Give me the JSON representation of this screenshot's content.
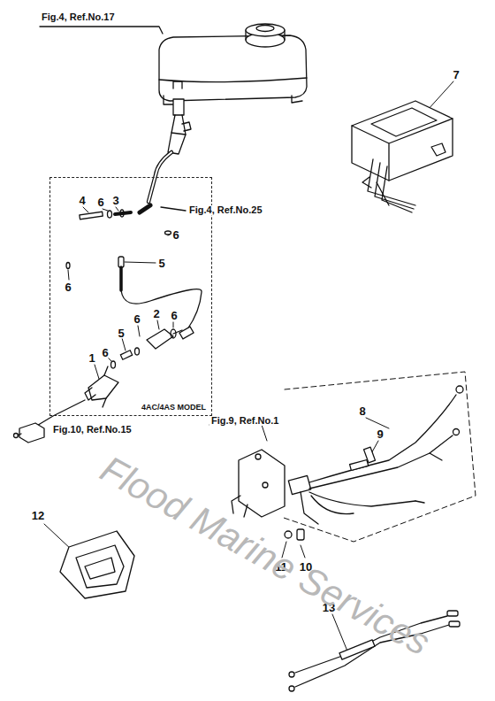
{
  "diagram": {
    "nodes": [
      {
        "text": [
          "4AC/4AS MODEL"
        ]
      }
    ],
    "labels": [
      "Fig.4, Ref.No.17",
      "7",
      "4",
      "6",
      "3",
      "Fig.4, Ref.No.25",
      "6",
      "5",
      "6",
      "6",
      "2",
      "6",
      "5",
      "6",
      "1",
      "Fig.10, Ref.No.15",
      "Fig.9, Ref.No.1",
      "8",
      "9",
      "12",
      "11",
      "10",
      "13",
      "Flood Marine Services"
    ]
  }
}
